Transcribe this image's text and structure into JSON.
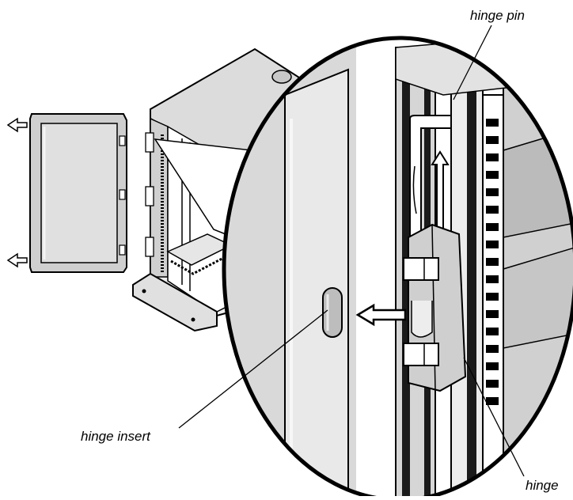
{
  "callouts": {
    "hinge_pin": "hinge pin",
    "hinge_insert": "hinge insert",
    "hinge": "hinge"
  },
  "colors": {
    "line": "#000000",
    "panel_fill": "#d4d4d4",
    "panel_light": "#ececec",
    "metal_fill": "#bdbdbd",
    "dark_fill": "#1a1a1a",
    "background": "#ffffff"
  },
  "icons": {
    "removal_arrow": "arrow-left-icon",
    "pin_arrow": "arrow-up-icon"
  }
}
